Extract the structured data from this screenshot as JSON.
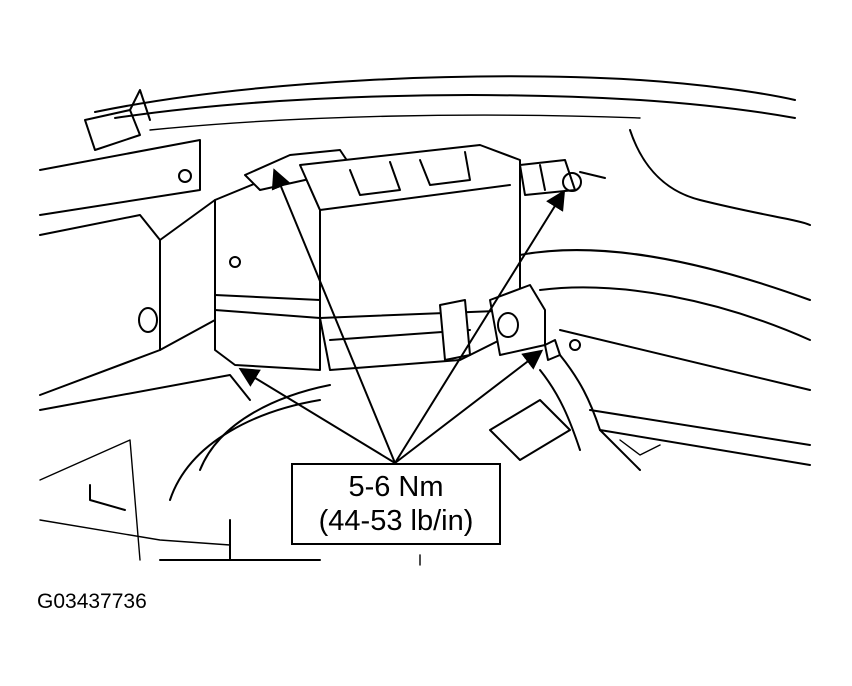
{
  "diagram": {
    "callout": {
      "line1": "5-6 Nm",
      "line2": "(44-53 lb/in)"
    },
    "figure_id": "G03437736",
    "colors": {
      "ink": "#000000",
      "paper": "#ffffff"
    }
  }
}
